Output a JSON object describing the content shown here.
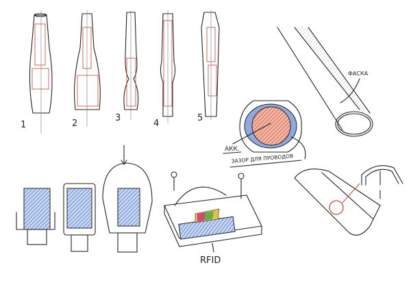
{
  "variants": {
    "labels": [
      "1",
      "2",
      "3",
      "4",
      "5"
    ]
  },
  "battery_section": {
    "battery_label": "АКК.",
    "gap_label": "ЗАЗОР ДЛЯ ПРОВОДОВ"
  },
  "tube": {
    "chamfer_label": "ФАСКА"
  },
  "rfid_module": {
    "label": "RFID"
  },
  "colors": {
    "ink": "#222222",
    "accent_red": "#c8432b",
    "accent_blue": "#8fa8de",
    "hatch_blue": "#3d6fc4"
  }
}
